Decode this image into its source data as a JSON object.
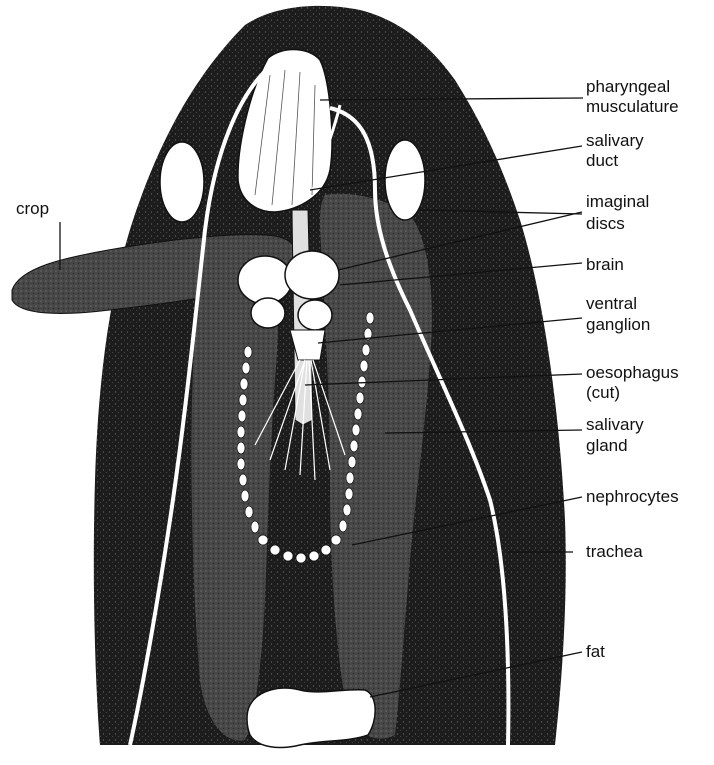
{
  "diagram": {
    "labels": {
      "pharyngeal_1": "pharyngeal",
      "pharyngeal_2": "musculature",
      "salivary_duct_1": "salivary",
      "salivary_duct_2": "duct",
      "imaginal_1": "imaginal",
      "imaginal_2": "discs",
      "brain": "brain",
      "ventral_1": "ventral",
      "ventral_2": "ganglion",
      "oesophagus_1": "oesophagus",
      "oesophagus_2": "(cut)",
      "salivary_gland_1": "salivary",
      "salivary_gland_2": "gland",
      "nephrocytes": "nephrocytes",
      "trachea": "trachea",
      "fat": "fat",
      "crop": "crop"
    }
  },
  "colors": {
    "body_fill": "#1c1c1c",
    "gland_fill": "#4a4a4a",
    "organ_fill": "#ffffff",
    "line": "#111111"
  }
}
